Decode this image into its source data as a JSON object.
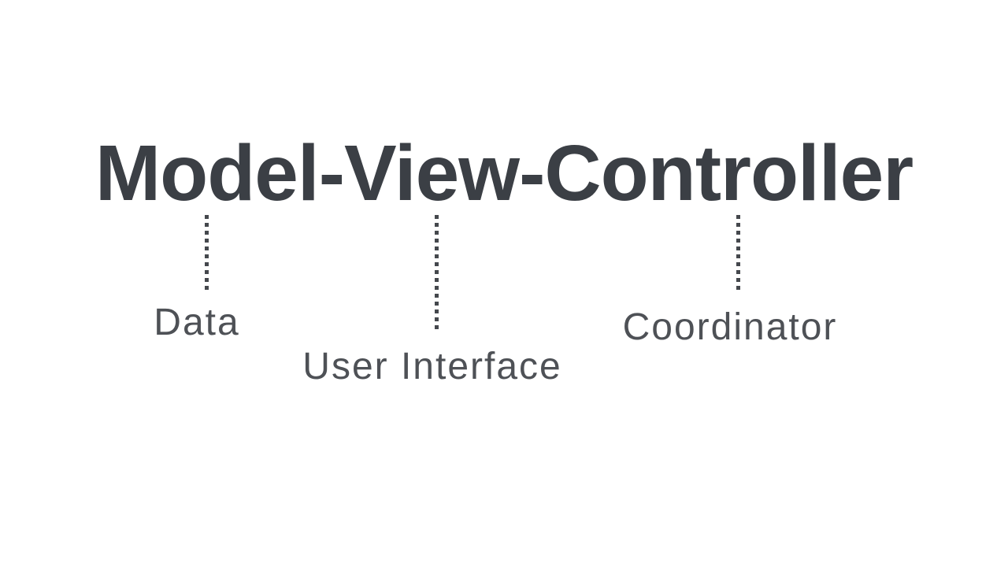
{
  "slide": {
    "title": "Model-View-Controller",
    "annotations": [
      {
        "label": "Data"
      },
      {
        "label": "User Interface"
      },
      {
        "label": "Coordinator"
      }
    ]
  },
  "colors": {
    "background": "#ffffff",
    "title_text": "#3b3f45",
    "label_text": "#4e5156",
    "connector": "#45484d"
  }
}
